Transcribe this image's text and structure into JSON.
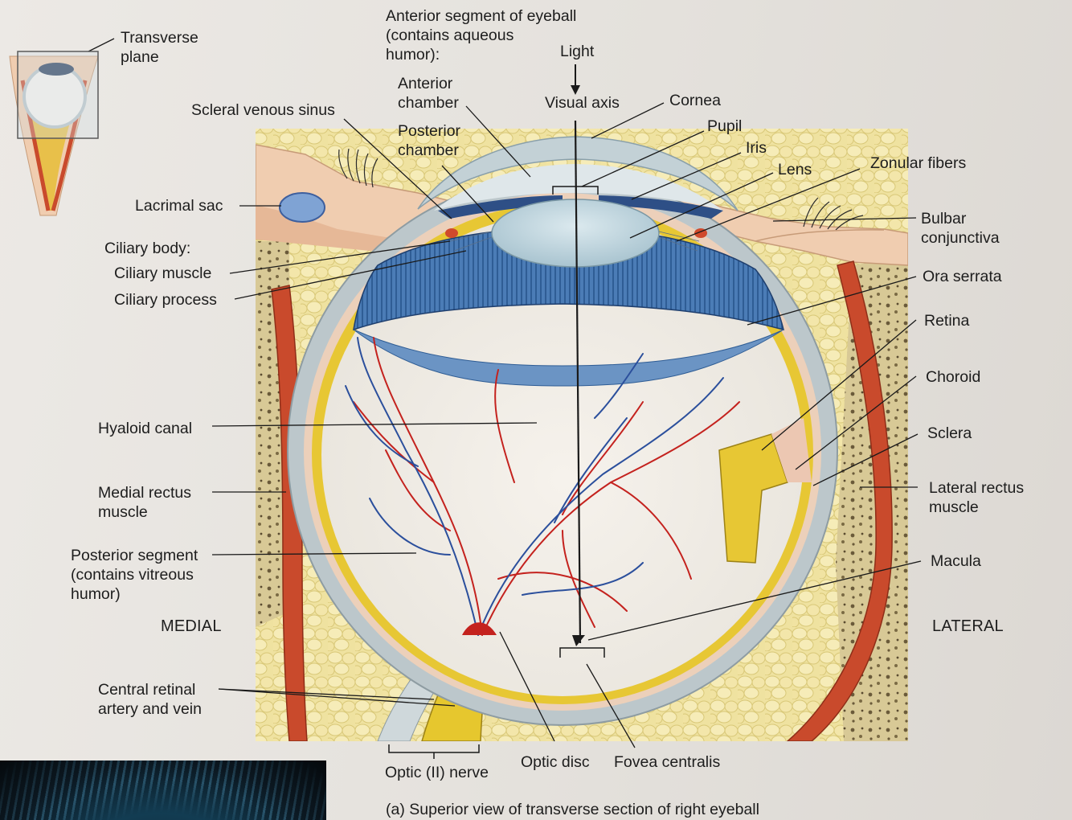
{
  "caption": "(a) Superior view of transverse section of right eyeball",
  "orientation": {
    "medial": "MEDIAL",
    "lateral": "LATERAL"
  },
  "inset": {
    "label": "Transverse\nplane"
  },
  "labels": {
    "anterior_segment": "Anterior segment of eyeball\n(contains aqueous\nhumor):",
    "light": "Light",
    "visual_axis": "Visual axis",
    "cornea": "Cornea",
    "pupil": "Pupil",
    "iris": "Iris",
    "lens": "Lens",
    "zonular_fibers": "Zonular fibers",
    "anterior_chamber": "Anterior\nchamber",
    "posterior_chamber": "Posterior\nchamber",
    "scleral_venous_sinus": "Scleral venous sinus",
    "lacrimal_sac": "Lacrimal sac",
    "ciliary_body": "Ciliary body:",
    "ciliary_muscle": "Ciliary muscle",
    "ciliary_process": "Ciliary process",
    "bulbar_conjunctiva": "Bulbar\nconjunctiva",
    "ora_serrata": "Ora serrata",
    "retina": "Retina",
    "choroid": "Choroid",
    "sclera": "Sclera",
    "lateral_rectus": "Lateral rectus\nmuscle",
    "macula": "Macula",
    "hyaloid_canal": "Hyaloid canal",
    "medial_rectus": "Medial rectus\nmuscle",
    "posterior_segment": "Posterior segment\n(contains vitreous\nhumor)",
    "central_retinal": "Central retinal\nartery and vein",
    "optic_nerve": "Optic (II) nerve",
    "optic_disc": "Optic disc",
    "fovea_centralis": "Fovea centralis"
  },
  "colors": {
    "sclera": "#b9c4c8",
    "choroid": "#e8c9b0",
    "retina": "#e6c533",
    "fat": "#e8d98a",
    "muscle": "#c9472a",
    "iris_ciliary": "#3e6fa8",
    "artery": "#c4221e",
    "vein": "#2b4f9c",
    "lens": "#c9dde6",
    "skin": "#efc9a8",
    "bone": "#d9cc9e"
  }
}
